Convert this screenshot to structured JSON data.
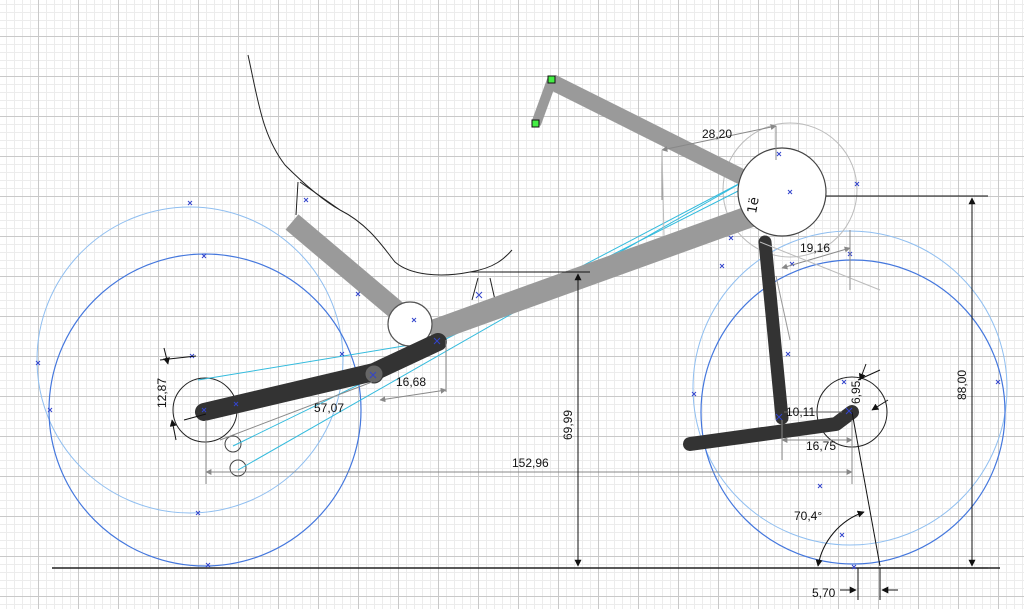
{
  "canvas": {
    "name": "recumbent bike drawing",
    "colors": {
      "frame_dark": "#333333",
      "frame_light": "#9a9a9a",
      "wheel_outer": "#8fbef0",
      "wheel_inner": "#4477dd",
      "construction": "#33bbdd",
      "dimension": "#555555",
      "handle": "#44ee44"
    }
  },
  "dimensions": {
    "seat_tube_top": "28,20",
    "fork_offset_angle": "19,16",
    "rear_ride_height": "69,99",
    "overall_height": "88,00",
    "chainstay": "57,07",
    "pivot_link": "16,68",
    "dropout_offset": "12,87",
    "wheelbase": "152,96",
    "fork_link": "10,11",
    "front_dropout": "16,75",
    "front_axle_offset": "6,95",
    "head_angle": "70,4°",
    "trail": "5,70"
  },
  "labels": {
    "head_badge": "1ë"
  }
}
